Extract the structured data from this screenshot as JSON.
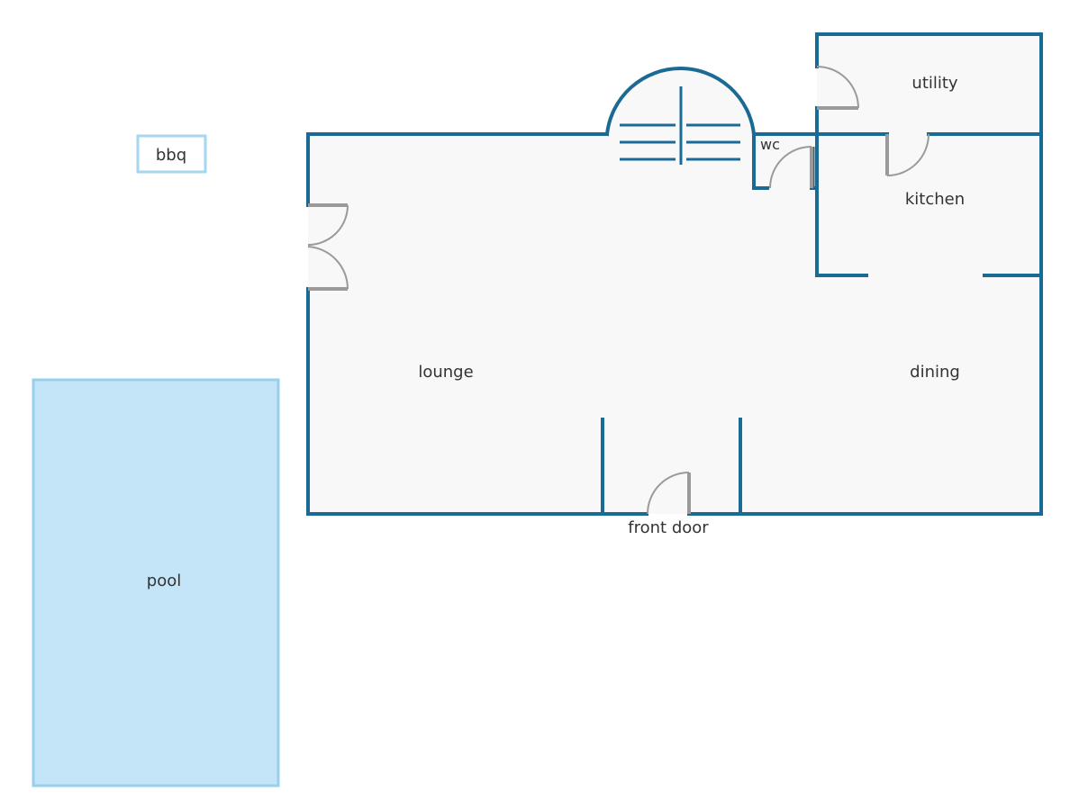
{
  "labels": {
    "bbq": "bbq",
    "utility": "utility",
    "wc": "wc",
    "kitchen": "kitchen",
    "lounge": "lounge",
    "dining": "dining",
    "front_door": "front door",
    "pool": "pool"
  },
  "colors": {
    "wall": "#1a6a96",
    "floor": "#f8f8f8",
    "door": "#9a9a9a",
    "pool_fill": "#c4e4f7",
    "pool_border": "#96d0ee",
    "text": "#333333"
  }
}
